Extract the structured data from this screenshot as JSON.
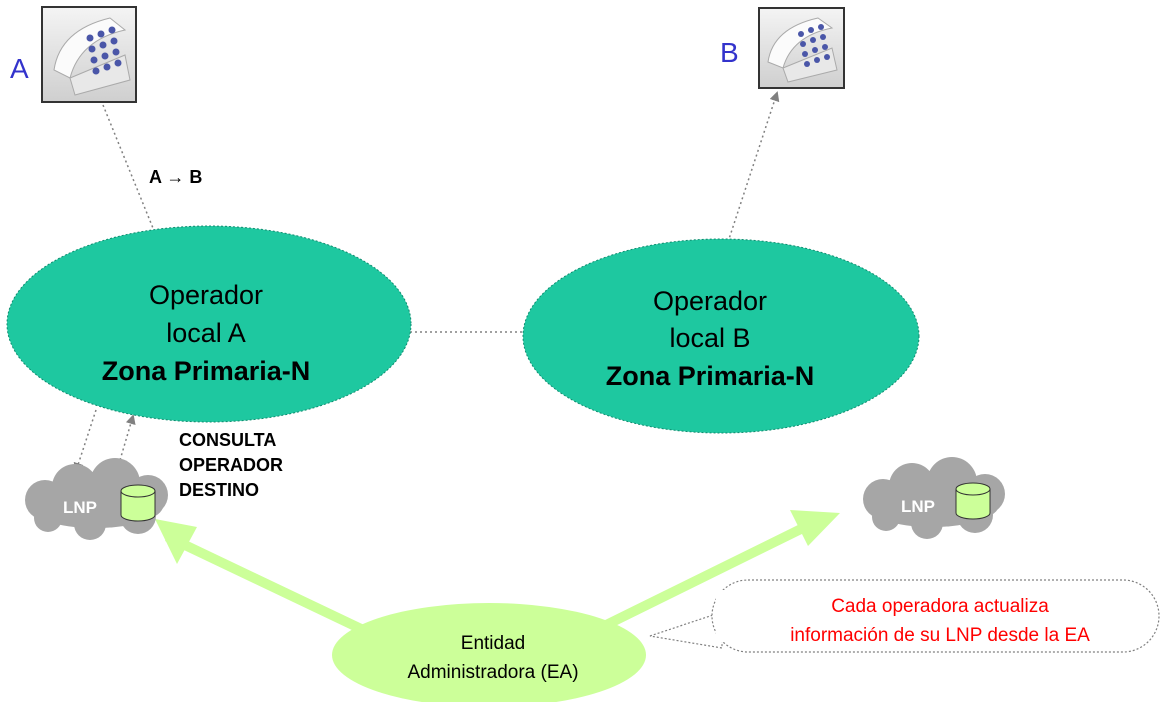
{
  "phone_a": {
    "label": "A",
    "icon": "desk-phone-icon"
  },
  "phone_b": {
    "label": "B",
    "icon": "desk-phone-icon"
  },
  "call_label": "A → B",
  "operator_a": {
    "line1": "Operador",
    "line2": "local A",
    "zone": "Zona Primaria-N"
  },
  "operator_b": {
    "line1": "Operador",
    "line2": "local B",
    "zone": "Zona Primaria-N"
  },
  "query_label": {
    "line1": "CONSULTA",
    "line2": "OPERADOR",
    "line3": "DESTINO"
  },
  "lnp_a": {
    "label": "LNP",
    "icon": "database-icon"
  },
  "lnp_b": {
    "label": "LNP",
    "icon": "database-icon"
  },
  "ea": {
    "line1": "Entidad",
    "line2": "Administradora (EA)"
  },
  "callout": {
    "line1": "Cada operadora actualiza",
    "line2": "información de su LNP desde la EA"
  },
  "colors": {
    "operator_fill": "#1ec8a0",
    "ea_fill": "#ccff99",
    "big_arrow": "#ccff99",
    "cloud_fill": "#a6a6a6",
    "phone_label": "#3333cc",
    "callout_text": "#ff0000"
  }
}
